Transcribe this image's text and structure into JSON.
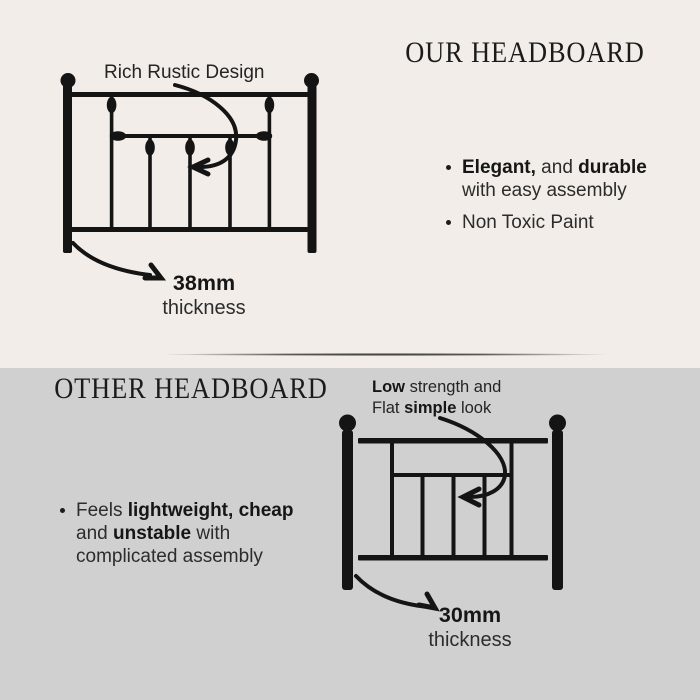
{
  "colors": {
    "bg_top": "#f2ede8",
    "bg_bottom": "#d1d0d1",
    "ink": "#141414",
    "text": "#2c2c2c"
  },
  "our": {
    "title": "OUR HEADBOARD",
    "callout": "Rich Rustic Design",
    "bullet1": {
      "bold1": "Elegant,",
      "text1": " and ",
      "bold2": "durable",
      "text2": " with easy assembly"
    },
    "bullet2": "Non Toxic Paint",
    "thickness_value": "38mm",
    "thickness_label": "thickness"
  },
  "other": {
    "title": "OTHER HEADBOARD",
    "callout": {
      "line1_bold": "Low",
      "line1_text": " strength and",
      "line2_text1": "Flat ",
      "line2_bold": "simple",
      "line2_text2": " look"
    },
    "bullet1": {
      "text1": "Feels ",
      "bold1": "lightweight, cheap",
      "text2": " and ",
      "bold2": "unstable",
      "text3": " with complicated assembly"
    },
    "thickness_value": "30mm",
    "thickness_label": "thickness"
  }
}
